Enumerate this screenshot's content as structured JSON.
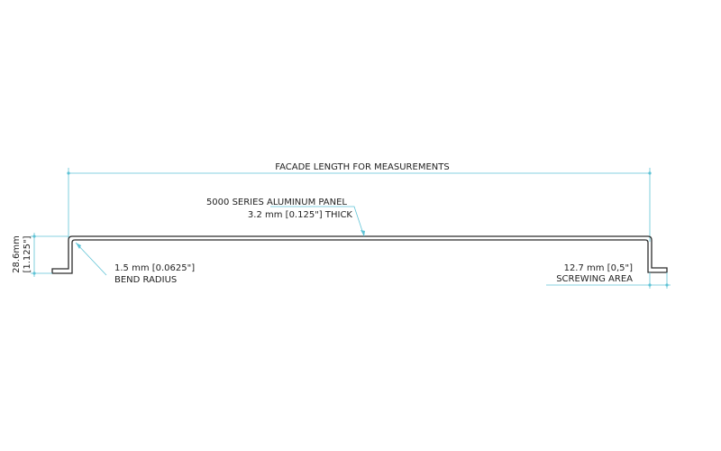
{
  "annotations": {
    "facade_length": "FACADE LENGTH FOR MEASUREMENTS",
    "panel_series": "5000 SERIES ALUMINUM PANEL",
    "panel_thickness": "3.2 mm [0.125\"] THICK",
    "bend_radius_value": "1.5 mm [0.0625\"]",
    "bend_radius_label": "BEND RADIUS",
    "screwing_value": "12.7 mm [0,5\"]",
    "screwing_label": "SCREWING AREA",
    "height_mm": "28.6mm",
    "height_in": "[1.125\"]"
  },
  "colors": {
    "dimension": "#5fc3d6",
    "profile": "#2b2b2b",
    "text": "#222222"
  }
}
